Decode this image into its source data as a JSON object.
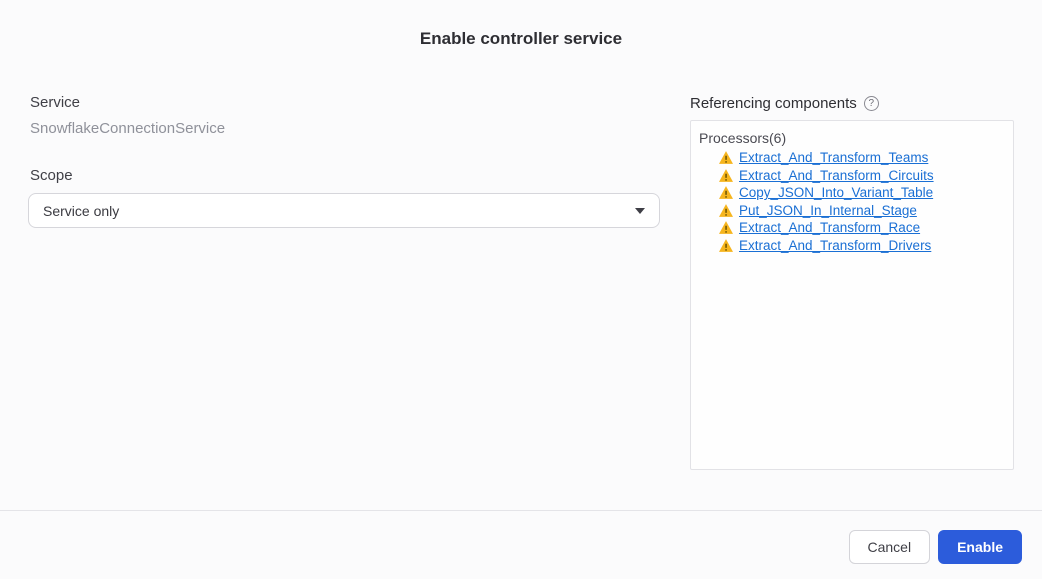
{
  "dialog": {
    "title": "Enable controller service"
  },
  "service": {
    "label": "Service",
    "value": "SnowflakeConnectionService"
  },
  "scope": {
    "label": "Scope",
    "selected": "Service only"
  },
  "referencing": {
    "label": "Referencing components",
    "group_label": "Processors(6)",
    "items": [
      {
        "label": "Extract_And_Transform_Teams",
        "icon": "warning-triangle"
      },
      {
        "label": "Extract_And_Transform_Circuits",
        "icon": "warning-triangle"
      },
      {
        "label": "Copy_JSON_Into_Variant_Table",
        "icon": "warning-triangle"
      },
      {
        "label": "Put_JSON_In_Internal_Stage",
        "icon": "warning-triangle"
      },
      {
        "label": "Extract_And_Transform_Race",
        "icon": "warning-triangle"
      },
      {
        "label": "Extract_And_Transform_Drivers",
        "icon": "warning-triangle"
      }
    ]
  },
  "help": {
    "glyph": "?"
  },
  "footer": {
    "cancel_label": "Cancel",
    "enable_label": "Enable"
  },
  "colors": {
    "link": "#1a6fd4",
    "warning": "#f6b51e",
    "primary_button": "#2c5cdb",
    "background": "#fbfbfc"
  }
}
